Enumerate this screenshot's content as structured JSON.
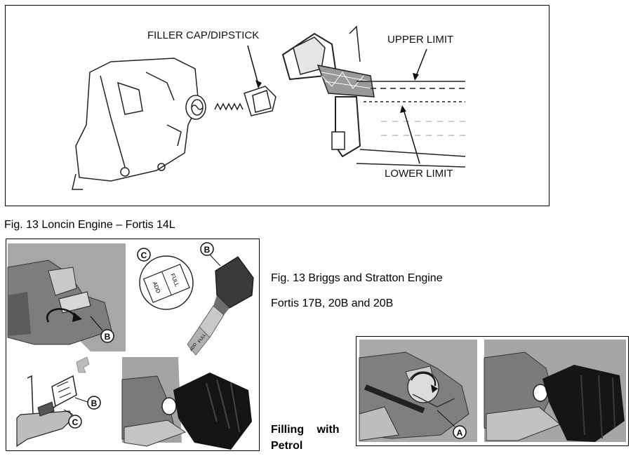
{
  "figure_top": {
    "labels": {
      "filler_cap": "FILLER CAP/DIPSTICK",
      "upper_limit": "UPPER LIMIT",
      "lower_limit": "LOWER LIMIT"
    }
  },
  "captions": {
    "loncin": "Fig. 13 Loncin Engine – Fortis 14L",
    "briggs": "Fig. 13 Briggs and Stratton Engine",
    "models": "Fortis 17B, 20B and 20B",
    "filling_line1": "Filling with",
    "filling_line2": "Petrol"
  },
  "figure_bottom": {
    "callouts": {
      "b": "B",
      "c": "C",
      "a": "A"
    },
    "dipstick_marks": {
      "add": "ADD",
      "full": "FULL"
    }
  }
}
